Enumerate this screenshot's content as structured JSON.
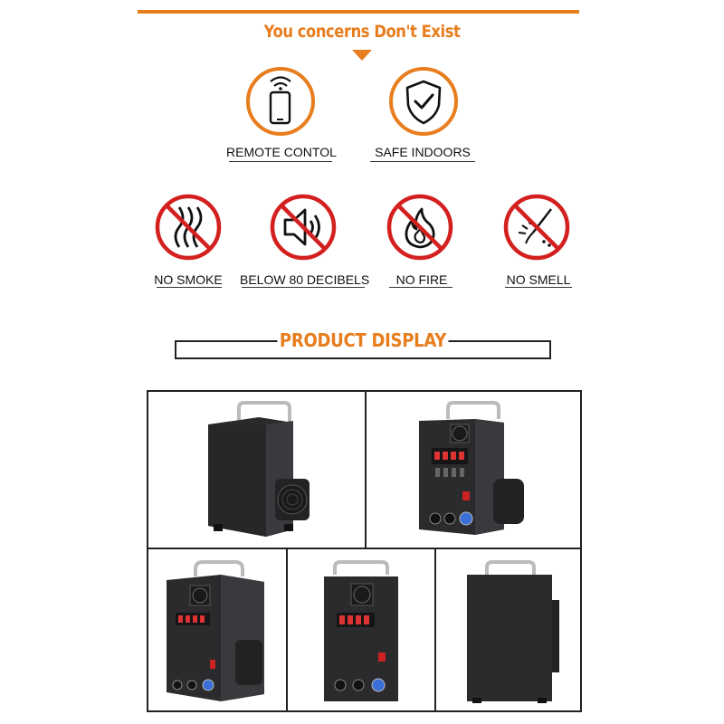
{
  "header": {
    "title": "You concerns Don't Exist"
  },
  "features_top": [
    {
      "label": "REMOTE CONTOL",
      "icon": "remote-control-icon"
    },
    {
      "label": "SAFE INDOORS",
      "icon": "shield-check-icon"
    }
  ],
  "features_bottom": [
    {
      "label": "NO SMOKE",
      "icon": "no-smoke-icon"
    },
    {
      "label": "BELOW 80 DECIBELS",
      "icon": "no-sound-icon"
    },
    {
      "label": "NO FIRE",
      "icon": "no-fire-icon"
    },
    {
      "label": "NO SMELL",
      "icon": "no-smell-icon"
    }
  ],
  "section": {
    "title": "PRODUCT DISPLAY"
  },
  "colors": {
    "accent": "#e87d1e",
    "prohibit": "#d3201f",
    "device": "#2b2b2e"
  }
}
